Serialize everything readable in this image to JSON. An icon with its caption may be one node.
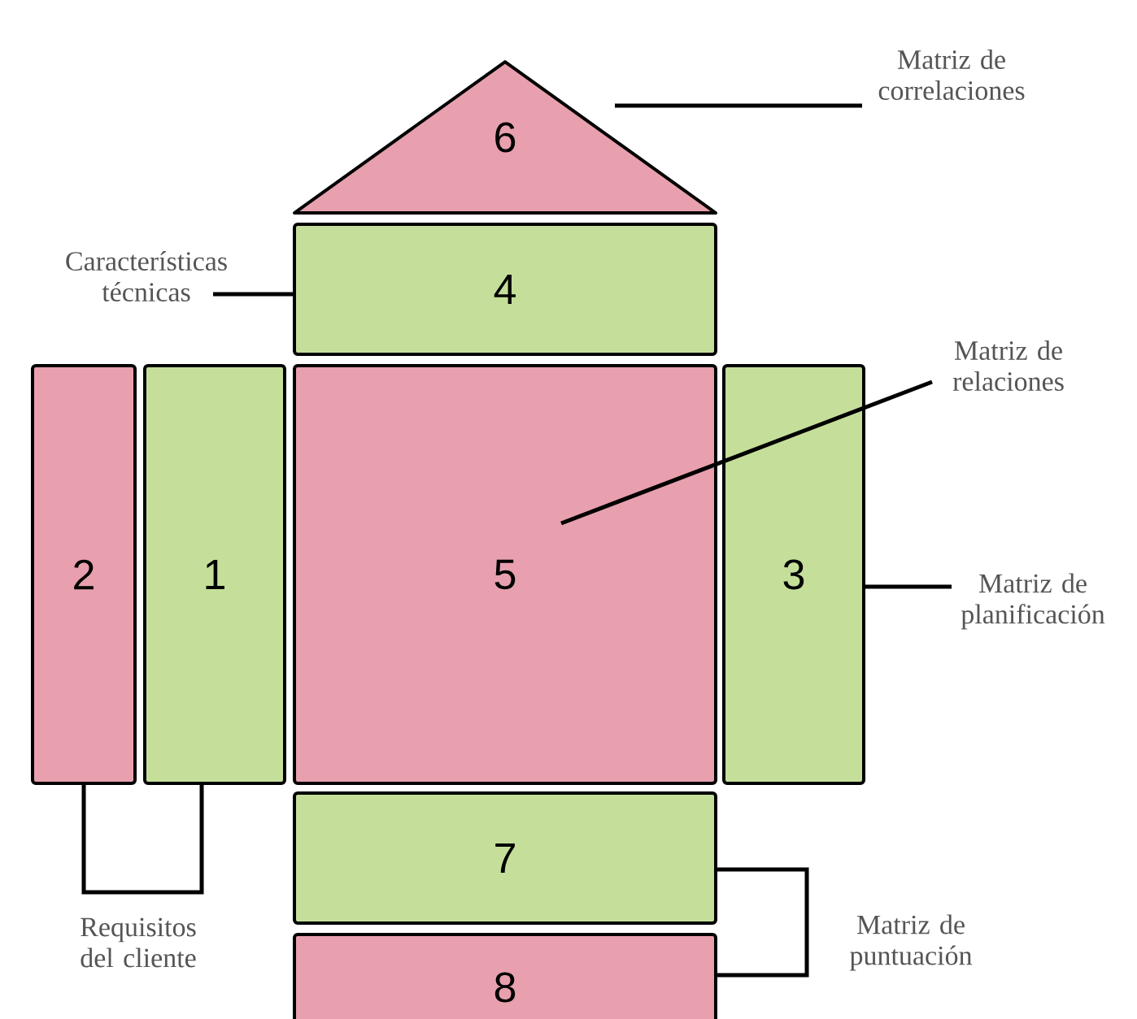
{
  "diagram": {
    "nodes": [
      {
        "text": [
          "6"
        ]
      },
      {
        "text": [
          "4"
        ]
      },
      {
        "text": [
          "2"
        ]
      },
      {
        "text": [
          "1"
        ]
      },
      {
        "text": [
          "5"
        ]
      },
      {
        "text": [
          "3"
        ]
      },
      {
        "text": [
          "7"
        ]
      },
      {
        "text": [
          "8"
        ]
      },
      {
        "text": [
          "Matriz de correlaciones"
        ]
      },
      {
        "text": [
          "Características técnicas"
        ]
      },
      {
        "text": [
          "Matriz de relaciones"
        ]
      },
      {
        "text": [
          "Matriz de planificación"
        ]
      }
    ],
    "edges": [
      {
        "from": 8,
        "to": 0,
        "arrow": "none"
      },
      {
        "from": 9,
        "to": 1,
        "arrow": "none"
      },
      {
        "from": 10,
        "to": 4,
        "arrow": "none"
      },
      {
        "from": 11,
        "to": 5,
        "arrow": "none"
      },
      {
        "from": 2,
        "to": 3,
        "arrow": "none"
      },
      {
        "from": 6,
        "to": 7,
        "arrow": "none"
      }
    ],
    "labels": [
      "Requisitos del cliente",
      "Matriz de puntuación"
    ]
  }
}
